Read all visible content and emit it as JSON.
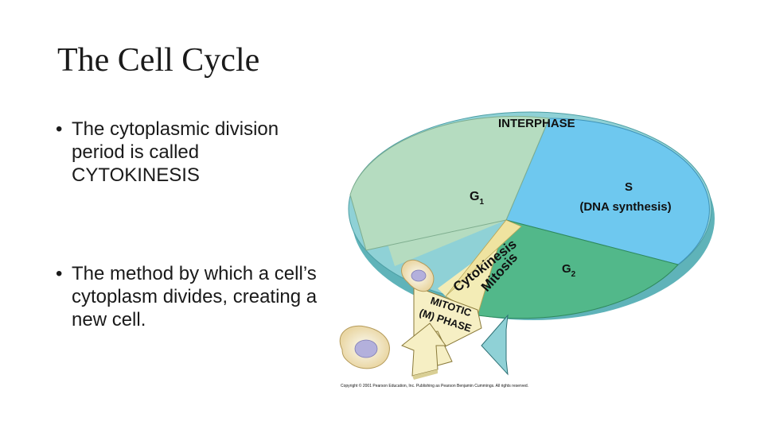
{
  "slide": {
    "title": "The Cell Cycle",
    "bullets": [
      {
        "marker": "•",
        "text": "The cytoplasmic division period is called CYTOKINESIS"
      },
      {
        "marker": "•",
        "text": "The method by which a cell’s cytoplasm divides, creating a new cell."
      }
    ]
  },
  "diagram": {
    "interphase_label": "INTERPHASE",
    "g1_label": "G",
    "g1_sub": "1",
    "s_label": "S",
    "s_sub_label": "(DNA synthesis)",
    "g2_label": "G",
    "g2_sub": "2",
    "cytokinesis_label": "Cytokinesis",
    "mitosis_label": "Mitosis",
    "mitotic_line1": "MITOTIC",
    "mitotic_line2": "(M) PHASE",
    "copyright": "Copyright © 2001 Pearson Education, Inc. Publishing as Pearson Benjamin Cummings. All rights reserved.",
    "colors": {
      "ring": "#8fd1d6",
      "ring_dark": "#5fb3b9",
      "g1": "#b5dcc0",
      "s": "#6ec8ef",
      "g2": "#52b88a",
      "m_wedge": "#f3ecb6",
      "arrow": "#f6efc4"
    }
  }
}
